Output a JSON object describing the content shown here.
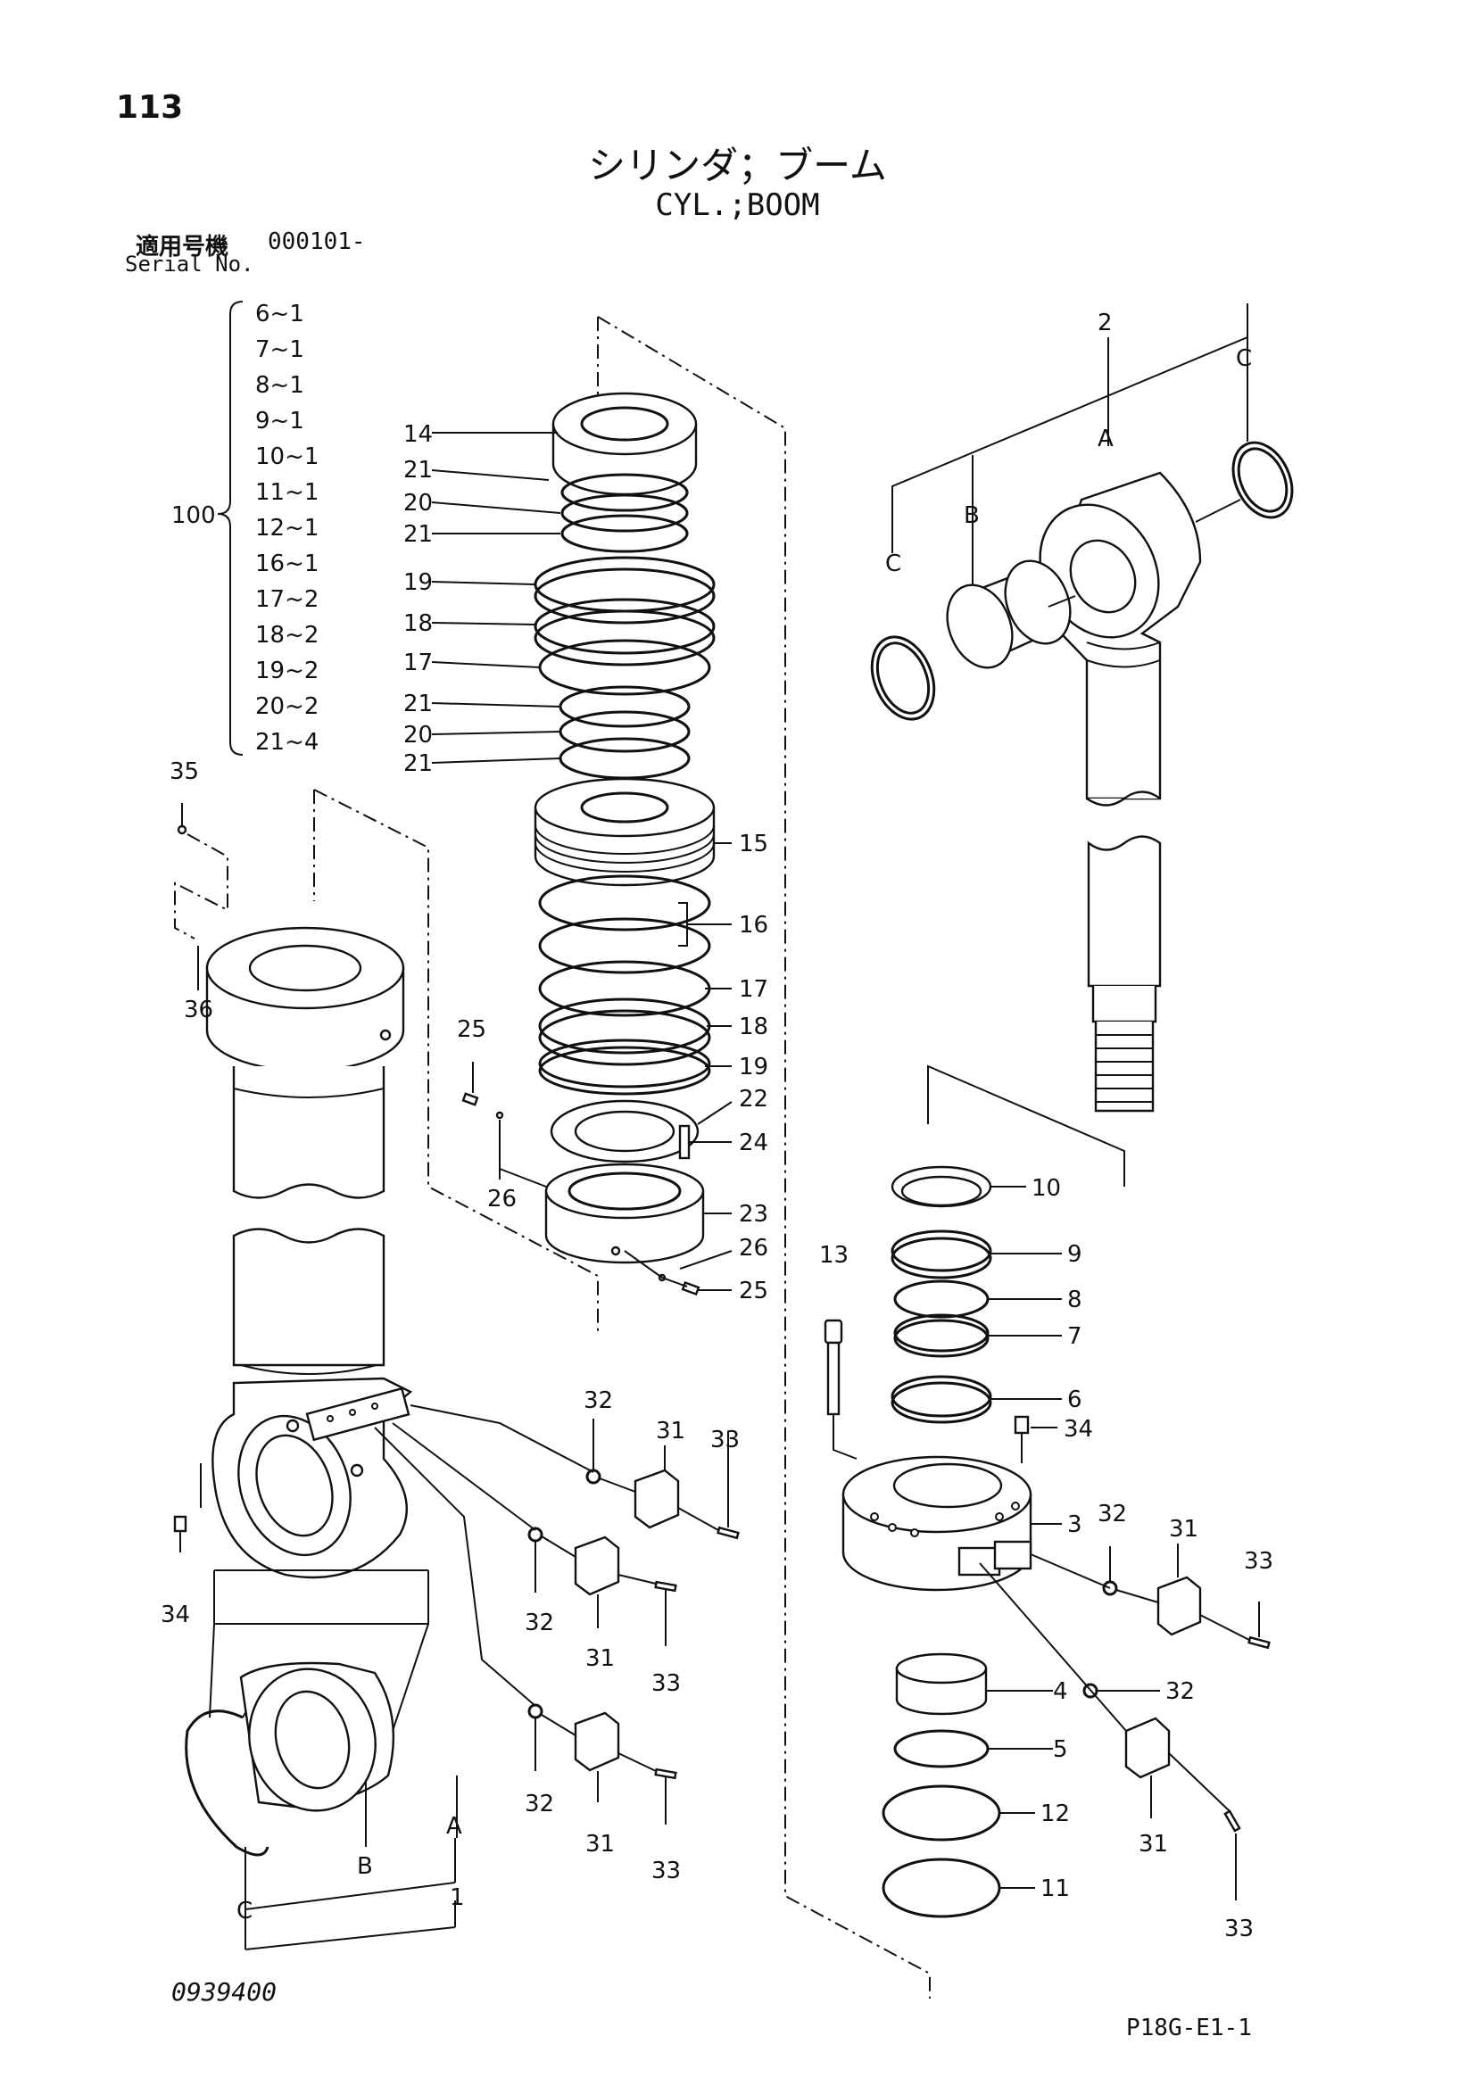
{
  "header": {
    "page_number": "113",
    "title_jp": "シリンダ；ブーム",
    "title_en": "CYL.;BOOM",
    "serial_label_jp": "適用号機",
    "serial_value": "000101-",
    "serial_label_en": "Serial No."
  },
  "kit": {
    "label": "100",
    "items": [
      "6~1",
      "7~1",
      "8~1",
      "9~1",
      "10~1",
      "11~1",
      "12~1",
      "16~1",
      "17~2",
      "18~2",
      "19~2",
      "20~2",
      "21~4"
    ]
  },
  "callouts": {
    "piston_stack": [
      "14",
      "21",
      "20",
      "21",
      "19",
      "18",
      "17",
      "21",
      "20",
      "21",
      "15",
      "16",
      "17",
      "18",
      "19",
      "22",
      "24",
      "25",
      "26",
      "23",
      "26",
      "25"
    ],
    "rod_head": [
      "2",
      "A",
      "C",
      "B",
      "C"
    ],
    "gland": [
      "10",
      "9",
      "8",
      "7",
      "6",
      "13",
      "34",
      "3",
      "32",
      "31",
      "33",
      "4",
      "5",
      "12",
      "11",
      "32",
      "31",
      "33"
    ],
    "tube": [
      "35",
      "36",
      "34",
      "32",
      "31",
      "33",
      "32",
      "31",
      "33",
      "32",
      "31",
      "33",
      "A",
      "B",
      "C",
      "1"
    ]
  },
  "footer": {
    "drawing_no": "0939400",
    "page_code": "P18G-E1-1"
  }
}
